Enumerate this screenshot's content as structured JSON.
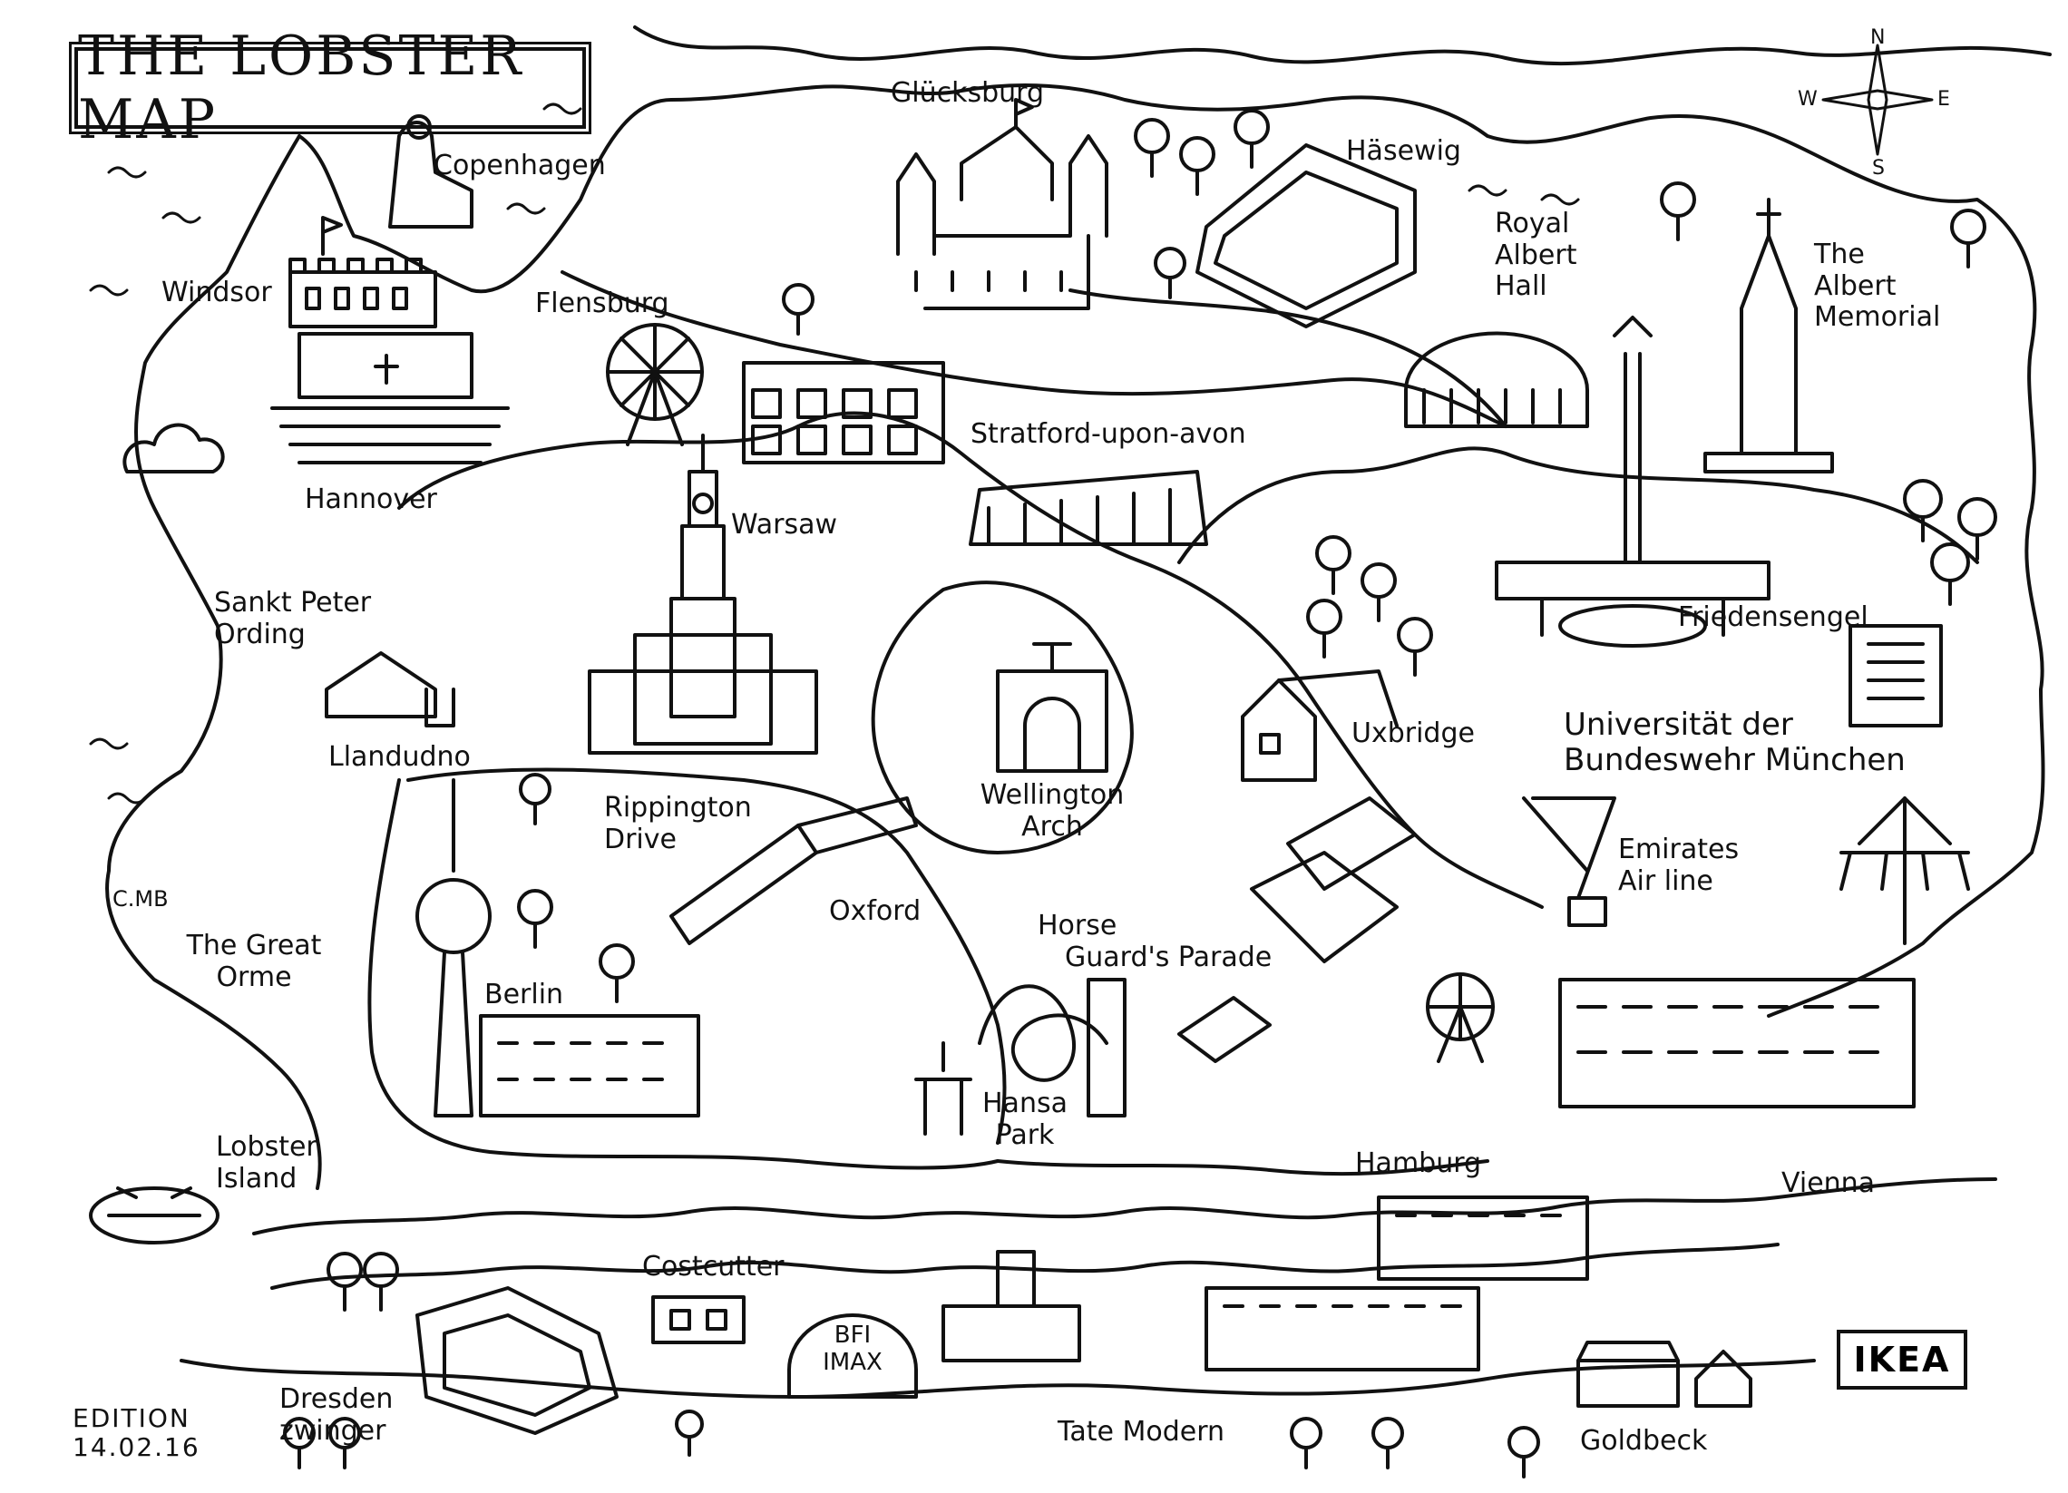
{
  "title": "THE LOBSTER MAP",
  "edition": {
    "line1": "EDITION",
    "line2": "14.02.16"
  },
  "compass": {
    "n": "N",
    "e": "E",
    "s": "S",
    "w": "W"
  },
  "places": {
    "copenhagen": "Copenhagen",
    "windsor": "Windsor",
    "hannover": "Hannover",
    "flensburg": "Flensburg",
    "gluecksburg": "Glücksburg",
    "haesewig": "Häsewig",
    "royal_albert_hall": [
      "Royal",
      "Albert",
      "Hall"
    ],
    "albert_memorial": [
      "The",
      "Albert",
      "Memorial"
    ],
    "stratford": "Stratford-upon-avon",
    "warsaw": "Warsaw",
    "sankt_peter_ording": [
      "Sankt Peter",
      "Ording"
    ],
    "friedensengel": "Friedensengel",
    "llandudno": "Llandudno",
    "wellington_arch": [
      "Wellington",
      "Arch"
    ],
    "uxbridge": "Uxbridge",
    "universitaet": [
      "Universität der",
      "Bundeswehr München"
    ],
    "rippington_drive": [
      "Rippington",
      "Drive"
    ],
    "emirates_air_line": [
      "Emirates",
      "Air line"
    ],
    "cmb": "C.MB",
    "oxford": "Oxford",
    "great_orme": [
      "The Great",
      "Orme"
    ],
    "horse_guards_parade": [
      "Horse",
      "Guard's Parade"
    ],
    "berlin": "Berlin",
    "hansa_park": [
      "Hansa",
      "Park"
    ],
    "lobster_island": [
      "Lobster",
      "Island"
    ],
    "hamburg": "Hamburg",
    "vienna": "Vienna",
    "costcutter": "Costcutter",
    "bfi_imax": [
      "BFI",
      "IMAX"
    ],
    "dresden_zwinger": [
      "Dresden",
      "zwinger"
    ],
    "tate_modern": "Tate Modern",
    "goldbeck": "Goldbeck",
    "ikea": "IKEA"
  },
  "colors": {
    "ink": "#111111",
    "paper": "#ffffff"
  },
  "icons": [
    "compass-rose-icon",
    "castle-icon",
    "ferris-wheel-icon",
    "palace-tower-icon",
    "tv-tower-icon",
    "arch-icon",
    "angel-column-icon",
    "memorial-spire-icon",
    "stadium-icon",
    "cable-car-icon",
    "tree-icon",
    "cloud-icon"
  ]
}
